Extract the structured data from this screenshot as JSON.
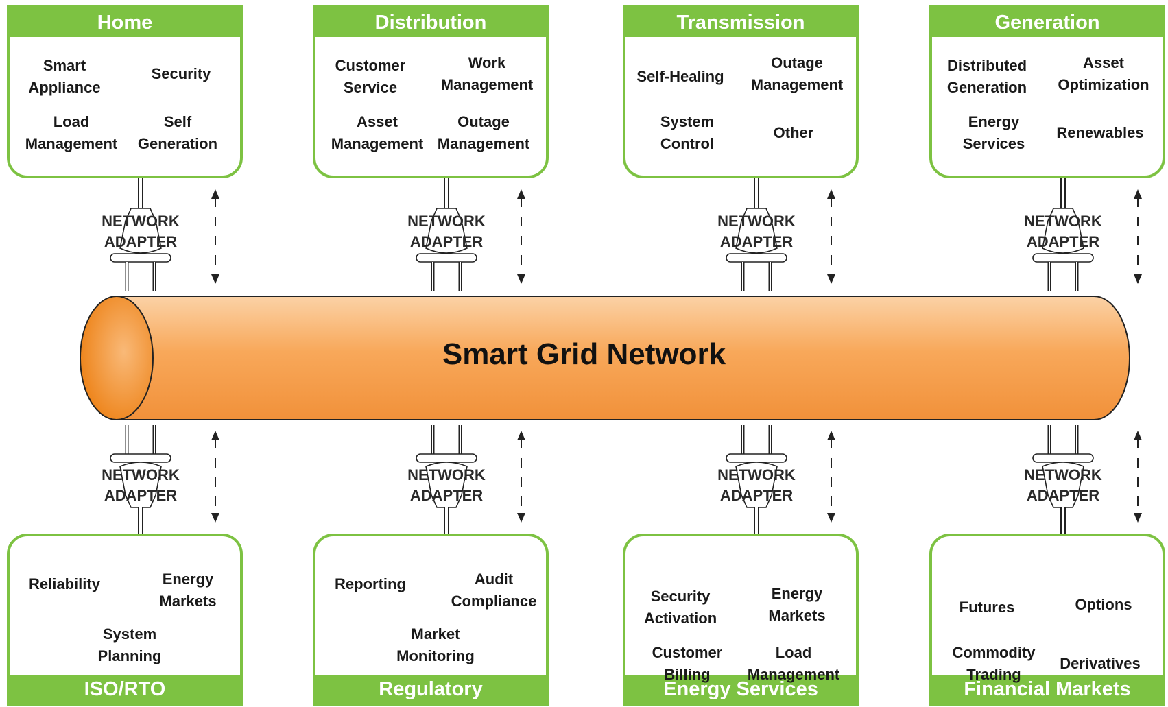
{
  "pipe_label": "Smart Grid Network",
  "adapter_label": "NETWORK\nADAPTER",
  "colors": {
    "box_accent": "#7dc242",
    "pipe_main": "#f7a44f",
    "pipe_end": "#f18b1e"
  },
  "top_boxes": [
    {
      "title": "Home",
      "items": [
        "Smart\nAppliance",
        "Security",
        "Load\nManagement",
        "Self\nGeneration"
      ]
    },
    {
      "title": "Distribution",
      "items": [
        "Customer\nService",
        "Work\nManagement",
        "Asset\nManagement",
        "Outage\nManagement"
      ]
    },
    {
      "title": "Transmission",
      "items": [
        "Self-Healing",
        "Outage\nManagement",
        "System\nControl",
        "Other"
      ]
    },
    {
      "title": "Generation",
      "items": [
        "Distributed\nGeneration",
        "Asset\nOptimization",
        "Energy\nServices",
        "Renewables"
      ]
    }
  ],
  "bottom_boxes": [
    {
      "title": "ISO/RTO",
      "items": [
        "Reliability",
        "Energy\nMarkets",
        "System\nPlanning"
      ]
    },
    {
      "title": "Regulatory",
      "items": [
        "Reporting",
        "Audit\nCompliance",
        "Market\nMonitoring"
      ]
    },
    {
      "title": "Energy Services",
      "items": [
        "Security\nActivation",
        "Energy\nMarkets",
        "Customer\nBilling",
        "Load\nManagement"
      ]
    },
    {
      "title": "Financial Markets",
      "items": [
        "Futures",
        "Options",
        "Commodity\nTrading",
        "Derivatives"
      ]
    }
  ]
}
